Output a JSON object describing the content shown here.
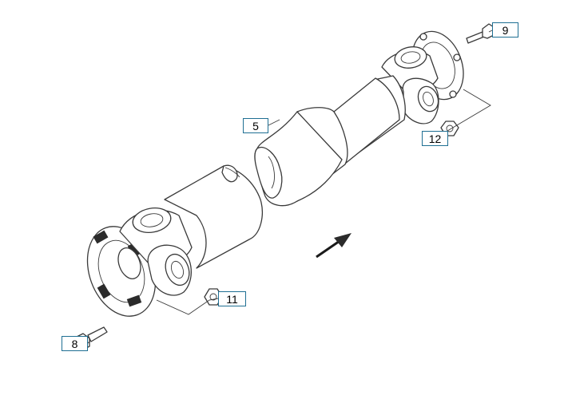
{
  "callouts": {
    "shaft_tube": "5",
    "bolt_top": "9",
    "nut_top": "12",
    "nut_bottom": "11",
    "bolt_bottom": "8"
  },
  "colors": {
    "callout_border": "#1f6f93",
    "line": "#3a3a3a",
    "background": "#ffffff"
  }
}
